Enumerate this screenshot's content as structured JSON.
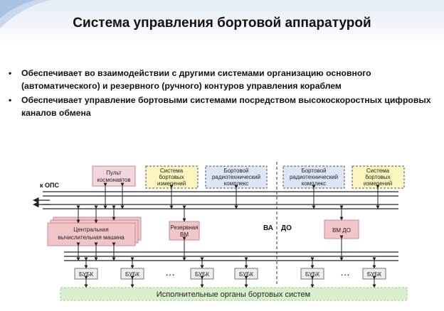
{
  "title": "Система управления бортовой аппаратурой",
  "bullets": [
    "Обеспечивает во взаимодействии с другими системами организацию основного (автоматического) и резервного (ручного) контуров управления кораблем",
    "Обеспечивает управление бортовыми системами посредством высокоскоростных цифровых каналов обмена"
  ],
  "diagram": {
    "ops_label": "к ОПС",
    "cosmonaut_panel": [
      "Пульт",
      "космонавтов"
    ],
    "onboard_measure_left": [
      "Система",
      "бортовых",
      "измерений"
    ],
    "radio_complex_left": [
      "Бортовой",
      "радиотехнический",
      "комплекс"
    ],
    "radio_complex_right": [
      "Бортовой",
      "радиотехнический",
      "комплекс"
    ],
    "onboard_measure_right": [
      "Система",
      "бортовых",
      "измерений"
    ],
    "central_computer": [
      "Центральная",
      "вычислительная машина"
    ],
    "reserve_vm": [
      "Резервная",
      "ВМ"
    ],
    "vm_do": "ВМ ДО",
    "va_label": "ВА",
    "do_label": "ДО",
    "bubk_label": "БУБК",
    "ellipsis": "…",
    "executive_organs": "Исполнительные органы бортовых систем"
  },
  "colors": {
    "pink_box": "#f3d6dc",
    "pink_border": "#c88a96",
    "yellow_box": "#fbf6bf",
    "blue_box": "#dde6f5",
    "red_box": "#f2c5c8",
    "green_box": "#d8f0cc",
    "green_border": "#9acb84",
    "bubk_box": "#eeeeee"
  }
}
